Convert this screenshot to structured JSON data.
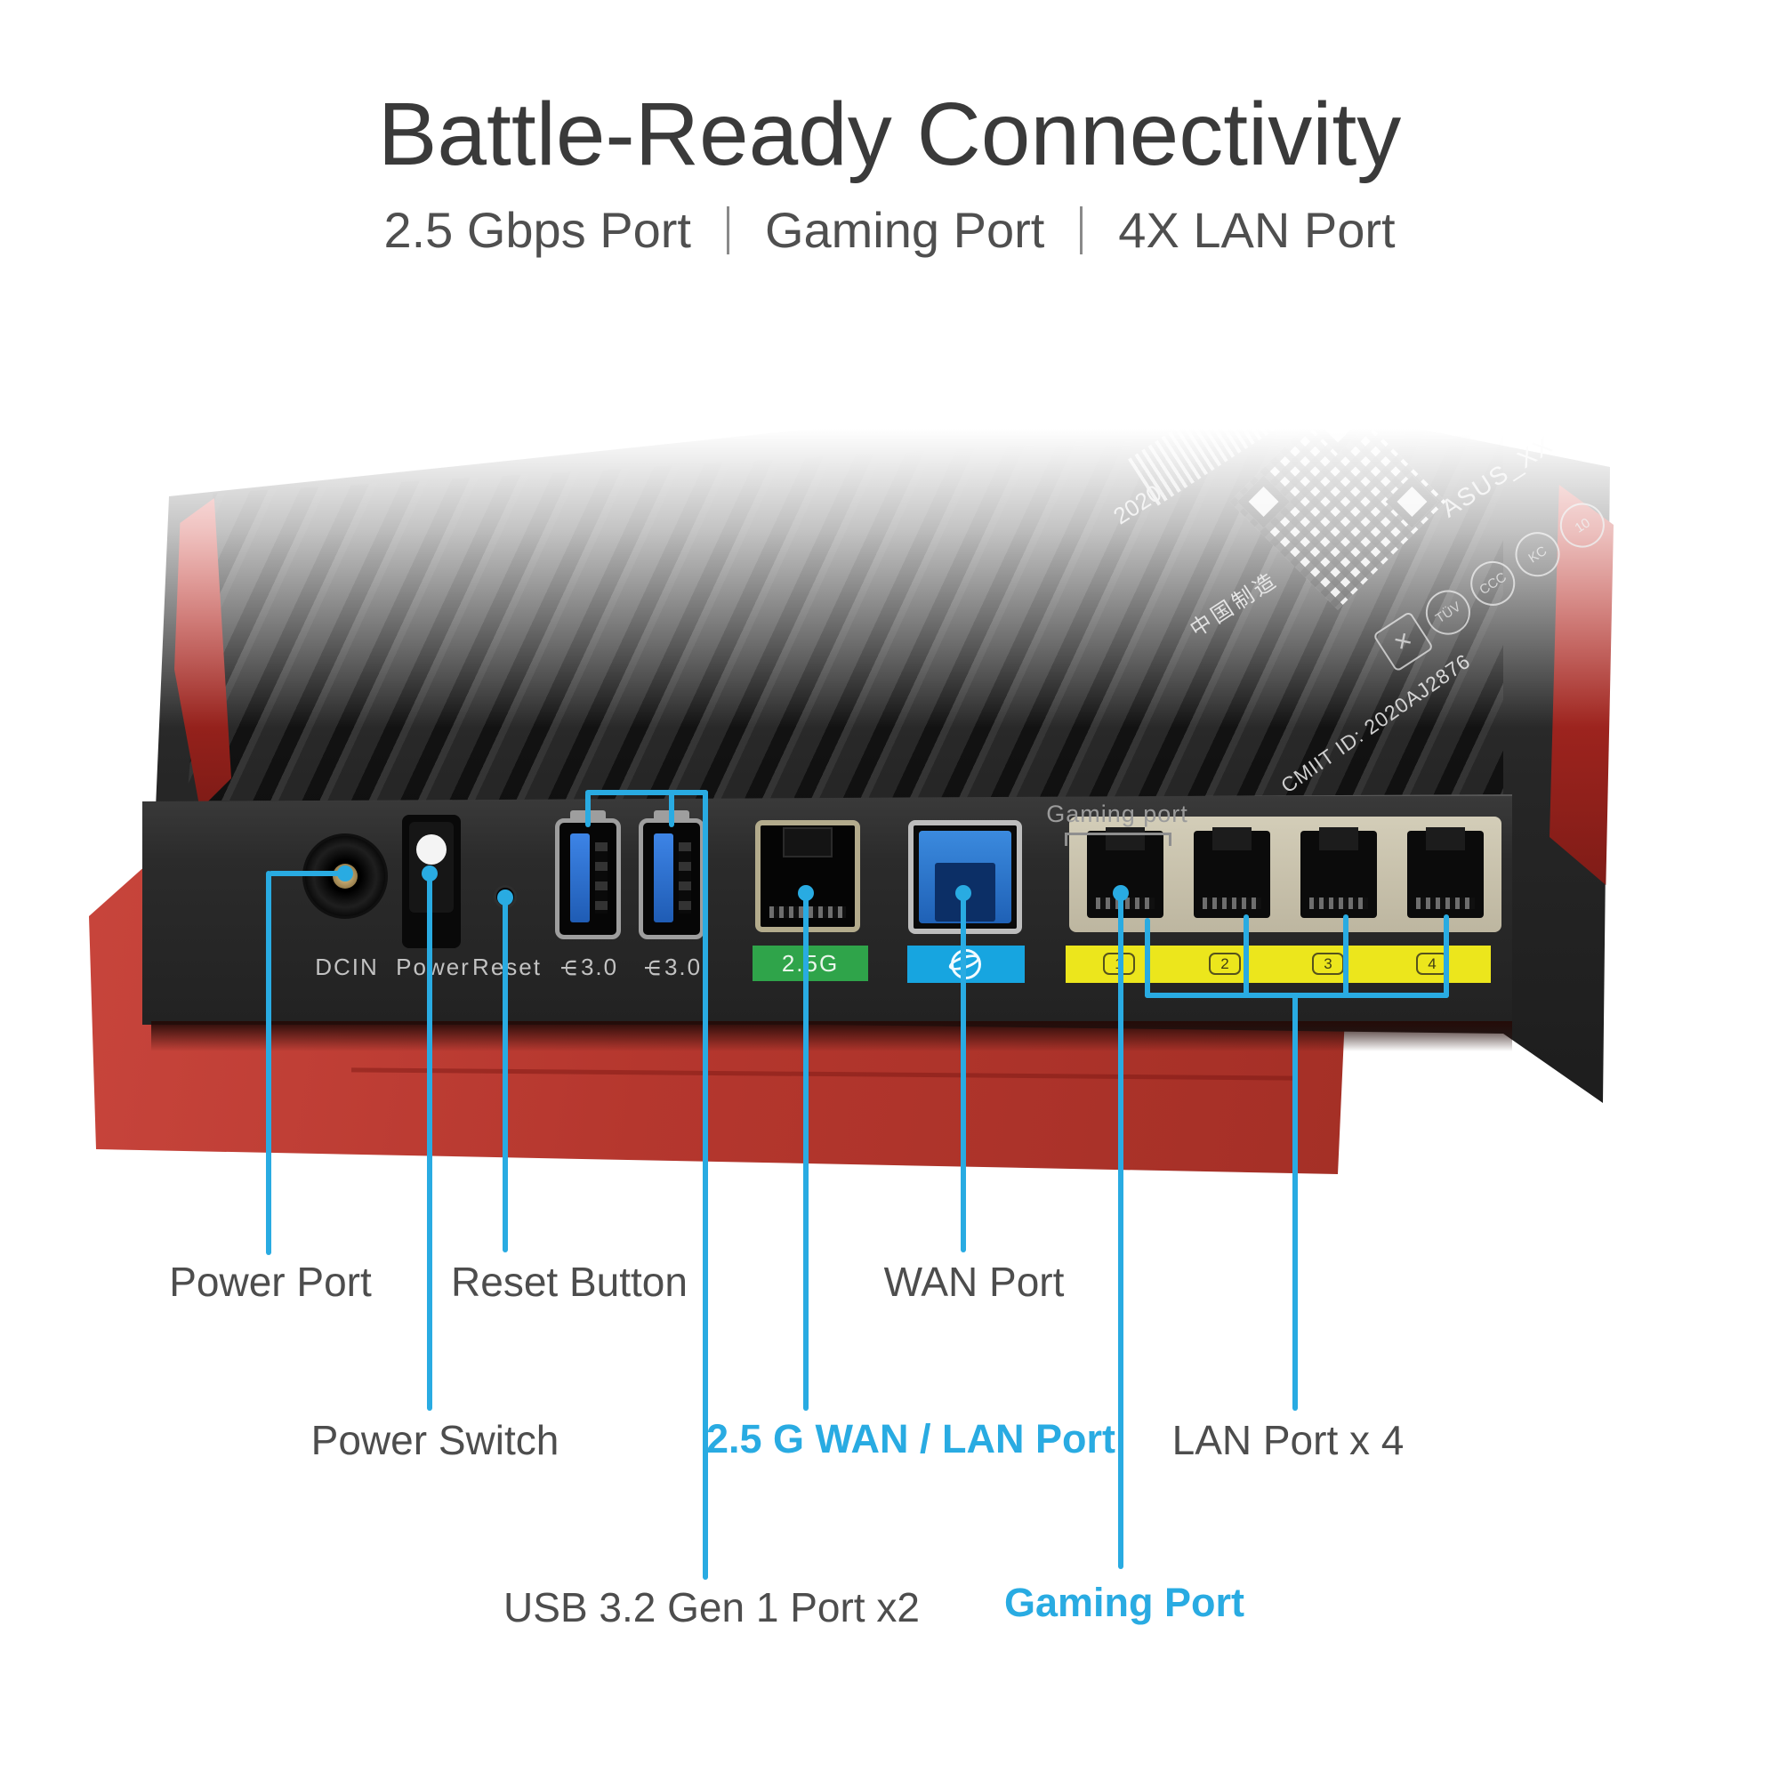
{
  "header": {
    "title": "Battle-Ready Connectivity",
    "subtitle": {
      "part1": "2.5 Gbps Port",
      "part2": "Gaming Port",
      "part3": "4X LAN Port"
    }
  },
  "router": {
    "panel": {
      "dcin": "DCIN",
      "power": "Power",
      "reset": "Reset",
      "usb": "3.0",
      "green": "2.5G",
      "gaming_small": "Gaming port",
      "lan": [
        "1",
        "2",
        "3",
        "4"
      ]
    },
    "markings": {
      "year": "2020",
      "model": "ASUS_XX",
      "made_in": "中国制造",
      "cmiit": "CMIIT ID: 2020AJ2876",
      "certs": [
        "TÜV",
        "CCC",
        "KC",
        "10"
      ]
    }
  },
  "callouts": {
    "power_port": "Power Port",
    "reset_button": "Reset Button",
    "wan_port": "WAN Port",
    "power_switch": "Power Switch",
    "g25": "2.5 G WAN / LAN Port",
    "lan4": "LAN Port x 4",
    "usb": "USB 3.2 Gen 1 Port x2",
    "gaming": "Gaming Port"
  },
  "icons": {
    "usb_glyph": "Ψ",
    "cross": "✕"
  },
  "colors": {
    "accent": "#29abe2",
    "green": "#2fa44a",
    "yellow": "#ece61c",
    "blue": "#17a5e0",
    "red": "#b5372e"
  }
}
